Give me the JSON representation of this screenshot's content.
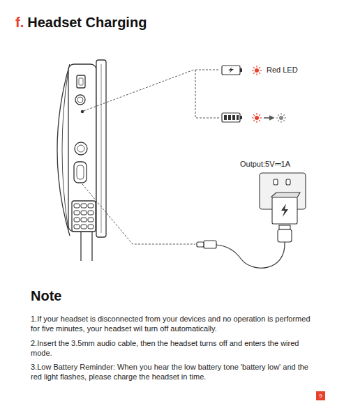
{
  "diagram": {
    "title": "Headset Charging",
    "nodes": [
      {
        "text": [
          "9"
        ]
      }
    ],
    "labels": [
      "f.",
      "Red LED",
      "Output:5V⎓1A",
      "Note",
      "1.If your headset is disconnected from your devices and no operation is performed for five minutes, your headset wil turn off automatically.",
      "2.Insert the 3.5mm audio cable, then the headset turns off and enters the wired mode.",
      "3.Low Battery Reminder: When you hear the low battery tone 'battery low' and the red light flashes, please charge the headset in time."
    ]
  }
}
